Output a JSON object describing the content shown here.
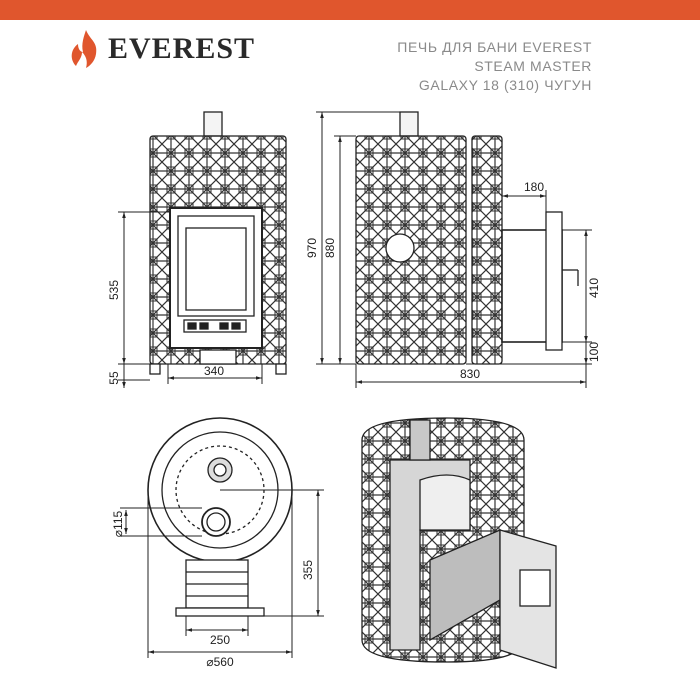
{
  "brand": {
    "name": "EVEREST"
  },
  "title_lines": [
    "ПЕЧЬ ДЛЯ БАНИ EVEREST",
    "STEAM MASTER",
    "GALAXY 18 (310) ЧУГУН"
  ],
  "colors": {
    "accent": "#e0562d",
    "line": "#222222",
    "grey_text": "#8a8a8a"
  },
  "dimensions": {
    "front_height_glass": "535",
    "front_base": "55",
    "front_width": "340",
    "total_height": "970",
    "body_height": "880",
    "tank_offset": "180",
    "tank_height": "410",
    "tank_base": "100",
    "total_length": "830",
    "chimney_diameter": "⌀115",
    "tunnel_length": "355",
    "tunnel_width": "250",
    "body_diameter": "⌀560"
  }
}
